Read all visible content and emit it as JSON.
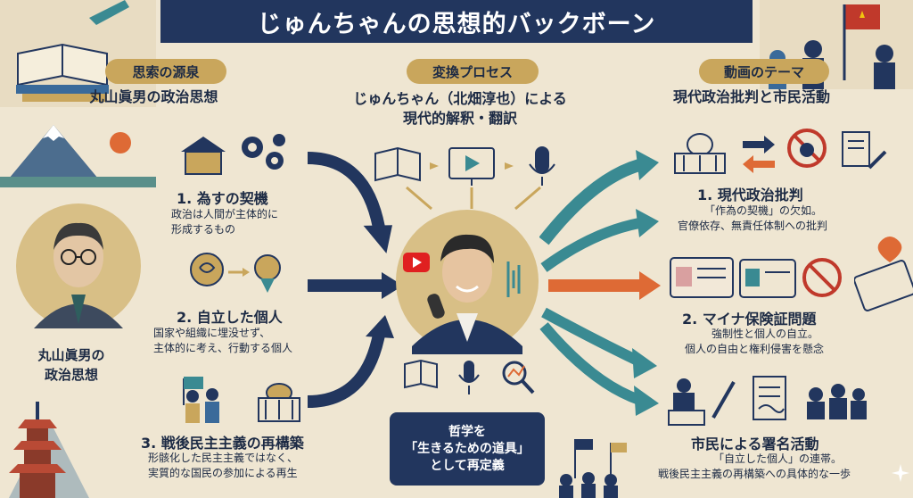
{
  "title": "じゅんちゃんの思想的バックボーン",
  "left": {
    "pill": "思索の源泉",
    "heading": "丸山眞男の政治思想",
    "portrait_caption": [
      "丸山眞男の",
      "政治思想"
    ],
    "items": [
      {
        "title": "1. 為すの契機",
        "desc": [
          "政治は人間が主体的に",
          "形成するもの"
        ]
      },
      {
        "title": "2. 自立した個人",
        "desc": [
          "国家や組織に埋没せず、",
          "主体的に考え、行動する個人"
        ]
      },
      {
        "title": "3. 戦後民主主義の再構築",
        "desc": [
          "形骸化した民主主義ではなく、",
          "実質的な国民の参加による再生"
        ]
      }
    ]
  },
  "center": {
    "pill": "変換プロセス",
    "heading": [
      "じゅんちゃん（北畑淳也）による",
      "現代的解釈・翻訳"
    ],
    "box": [
      "哲学を",
      "「生きるための道具」",
      "として再定義"
    ]
  },
  "right": {
    "pill": "動画のテーマ",
    "heading": "現代政治批判と市民活動",
    "items": [
      {
        "title": "1. 現代政治批判",
        "desc": [
          "「作為の契機」の欠如。",
          "官僚依存、無責任体制への批判"
        ]
      },
      {
        "title": "2. マイナ保険証問題",
        "desc": [
          "強制性と個人の自立。",
          "個人の自由と権利侵害を懸念"
        ]
      },
      {
        "title": "市民による署名活動",
        "desc": [
          "「自立した個人」の連帯。",
          "戦後民主主義の再構築への具体的な一歩"
        ]
      }
    ]
  },
  "colors": {
    "navy": "#22365e",
    "gold": "#c9a65c",
    "teal": "#3a8a92",
    "orange": "#de6a35",
    "bg": "#efe6d2"
  }
}
